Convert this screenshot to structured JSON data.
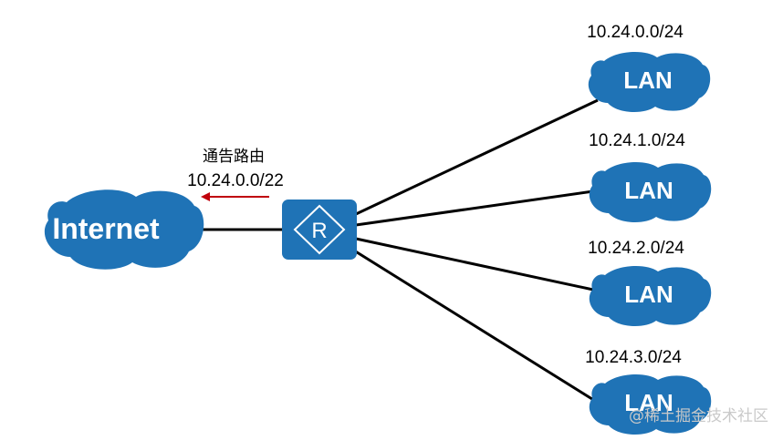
{
  "internet": {
    "label": "Internet"
  },
  "router": {
    "label": "R"
  },
  "advertisement": {
    "title": "通告路由",
    "prefix": "10.24.0.0/22",
    "arrow_color": "#c0000b"
  },
  "lans": [
    {
      "label": "LAN",
      "subnet": "10.24.0.0/24"
    },
    {
      "label": "LAN",
      "subnet": "10.24.1.0/24"
    },
    {
      "label": "LAN",
      "subnet": "10.24.2.0/24"
    },
    {
      "label": "LAN",
      "subnet": "10.24.3.0/24"
    }
  ],
  "watermark": "@稀土掘金技术社区",
  "colors": {
    "cloud": "#1f73b6",
    "router": "#1f73b6",
    "link": "#000000"
  }
}
